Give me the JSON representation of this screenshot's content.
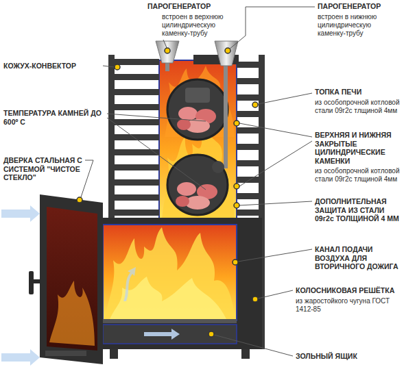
{
  "diagram": {
    "labels": [
      "ПАРОГЕНЕРАТОР",
      "встроен в верхнюю цилиндрическую каменку-трубу",
      "ПАРОГЕНЕРАТОР",
      "встроен в нижнюю цилиндрическую каменку-трубу",
      "КОЖУХ-КОНВЕКТОР",
      "ТОПКА ПЕЧИ",
      "из особопрочной котловой стали 09г2с тлщиной 4мм",
      "ТЕМПЕРАТУРА КАМНЕЙ ДО 600º С",
      "ВЕРХНЯЯ И НИЖНЯЯ ЗАКРЫТЫЕ ЦИЛИНДРИЧЕСКИЕ КАМЕНКИ",
      "из особопрочной котловой стали 09г2с тлщиной 4мм",
      "ДВЕРКА СТАЛЬНАЯ С СИСТЕМОЙ \"ЧИСТОЕ СТЕКЛО\"",
      "ДОПОЛНИТЕЛЬНАЯ ЗАЩИТА ИЗ СТАЛИ 09г2с ТОЛЩИНОЙ 4 ММ",
      "КАНАЛ ПОДАЧИ ВОЗДУХА ДЛЯ ВТОРИЧНОГО ДОЖИГА",
      "КОЛОСНИКОВАЯ РЕШЁТКА",
      "из жаростойкого чугуна ГОСТ 1412-85",
      "ЗОЛЬНЫЙ ЯЩИК"
    ]
  }
}
